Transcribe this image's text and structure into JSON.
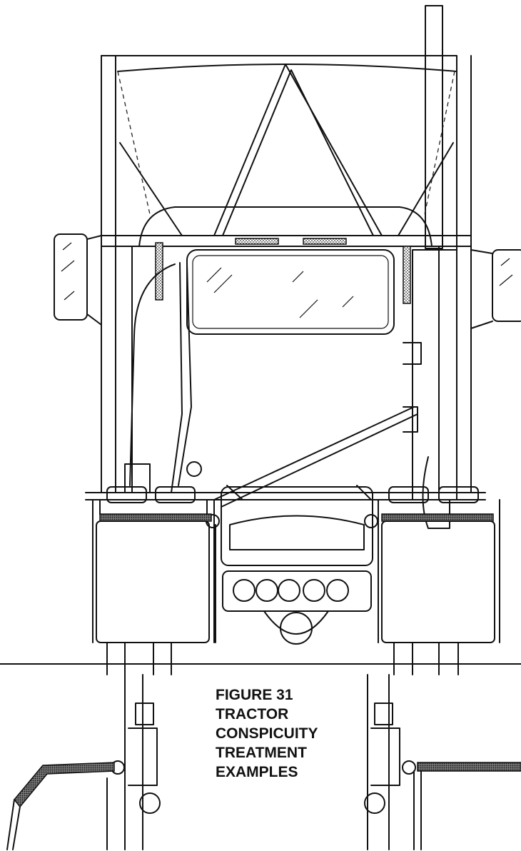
{
  "caption": {
    "line1": "FIGURE 31",
    "line2": "TRACTOR",
    "line3": "CONSPICUITY",
    "line4": "TREATMENT",
    "line5": "EXAMPLES"
  }
}
